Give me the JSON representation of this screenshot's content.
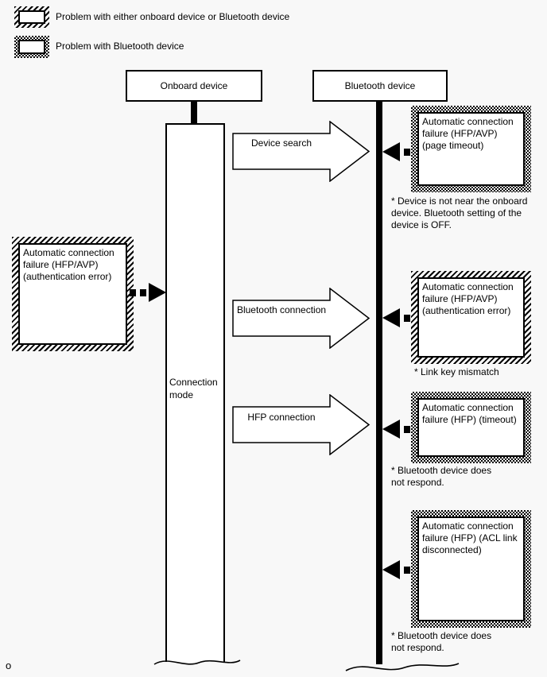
{
  "page": {
    "footer_mark": "o"
  },
  "colors": {
    "ink": "#000000",
    "paper": "#ffffff",
    "background": "#f8f8f8"
  },
  "legend": [
    {
      "style": "hatched",
      "label": "Problem with either onboard device or Bluetooth device"
    },
    {
      "style": "dotted",
      "label": "Problem with Bluetooth device"
    }
  ],
  "headers": {
    "onboard": "Onboard device",
    "bluetooth": "Bluetooth device"
  },
  "onboard_bar_label": "Connection\nmode",
  "flows": [
    {
      "label": "Device search"
    },
    {
      "label": "Bluetooth connection"
    },
    {
      "label": "HFP connection"
    }
  ],
  "left_failure": {
    "style": "hatched",
    "text": "Automatic connection\nfailure (HFP/AVP)\n(authentication error)"
  },
  "right_failures": [
    {
      "style": "dotted",
      "text": "Automatic connection\nfailure (HFP/AVP)\n(page timeout)",
      "note": "* Device is not near the onboard\ndevice. Bluetooth setting of the\ndevice is OFF."
    },
    {
      "style": "hatched",
      "text": "Automatic connection\nfailure (HFP/AVP)\n(authentication error)",
      "note": "* Link key mismatch"
    },
    {
      "style": "dotted",
      "text": "Automatic connection\nfailure (HFP) (timeout)",
      "note": "* Bluetooth device does\nnot respond."
    },
    {
      "style": "dotted",
      "text": "Automatic connection\nfailure (HFP) (ACL link\ndisconnected)",
      "note": "* Bluetooth device does\nnot respond."
    }
  ]
}
